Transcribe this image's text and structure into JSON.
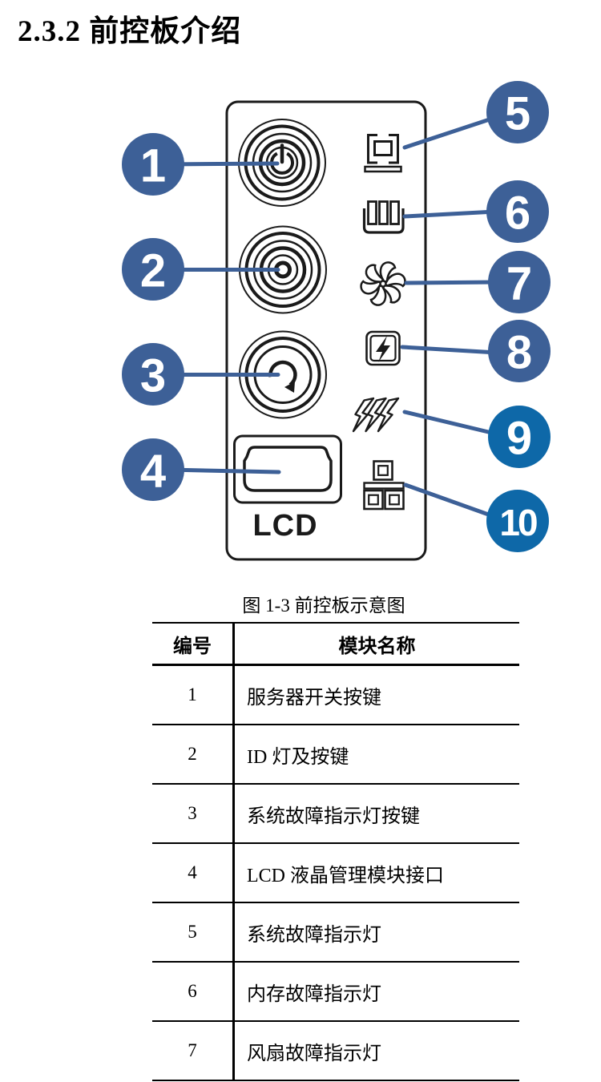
{
  "page": {
    "title": "2.3.2 前控板介绍"
  },
  "figure": {
    "caption": "图 1-3 前控板示意图",
    "lcd_label": "LCD",
    "colors": {
      "callout_primary": "#3D6097",
      "callout_alt": "#0E68A8",
      "leader_line": "#3D6097",
      "artwork_stroke": "#1a1a1a"
    },
    "callouts": [
      {
        "number": "1"
      },
      {
        "number": "2"
      },
      {
        "number": "3"
      },
      {
        "number": "4"
      },
      {
        "number": "5"
      },
      {
        "number": "6"
      },
      {
        "number": "7"
      },
      {
        "number": "8"
      },
      {
        "number": "9"
      },
      {
        "number": "10"
      }
    ],
    "icon_legend": [
      "power-button-icon",
      "id-button-icon",
      "restart-arrow-button-icon",
      "lcd-connector-icon",
      "system-fault-screen-icon",
      "memory-dimm-icon",
      "fan-icon",
      "power-fault-bolt-square-icon",
      "triple-lightning-icon",
      "network-nodes-icon"
    ]
  },
  "table": {
    "headers": [
      "编号",
      "模块名称"
    ],
    "rows": [
      {
        "num": "1",
        "name": "服务器开关按键"
      },
      {
        "num": "2",
        "name": "ID 灯及按键"
      },
      {
        "num": "3",
        "name": "系统故障指示灯按键"
      },
      {
        "num": "4",
        "name": "LCD 液晶管理模块接口"
      },
      {
        "num": "5",
        "name": "系统故障指示灯"
      },
      {
        "num": "6",
        "name": "内存故障指示灯"
      },
      {
        "num": "7",
        "name": "风扇故障指示灯"
      }
    ]
  }
}
